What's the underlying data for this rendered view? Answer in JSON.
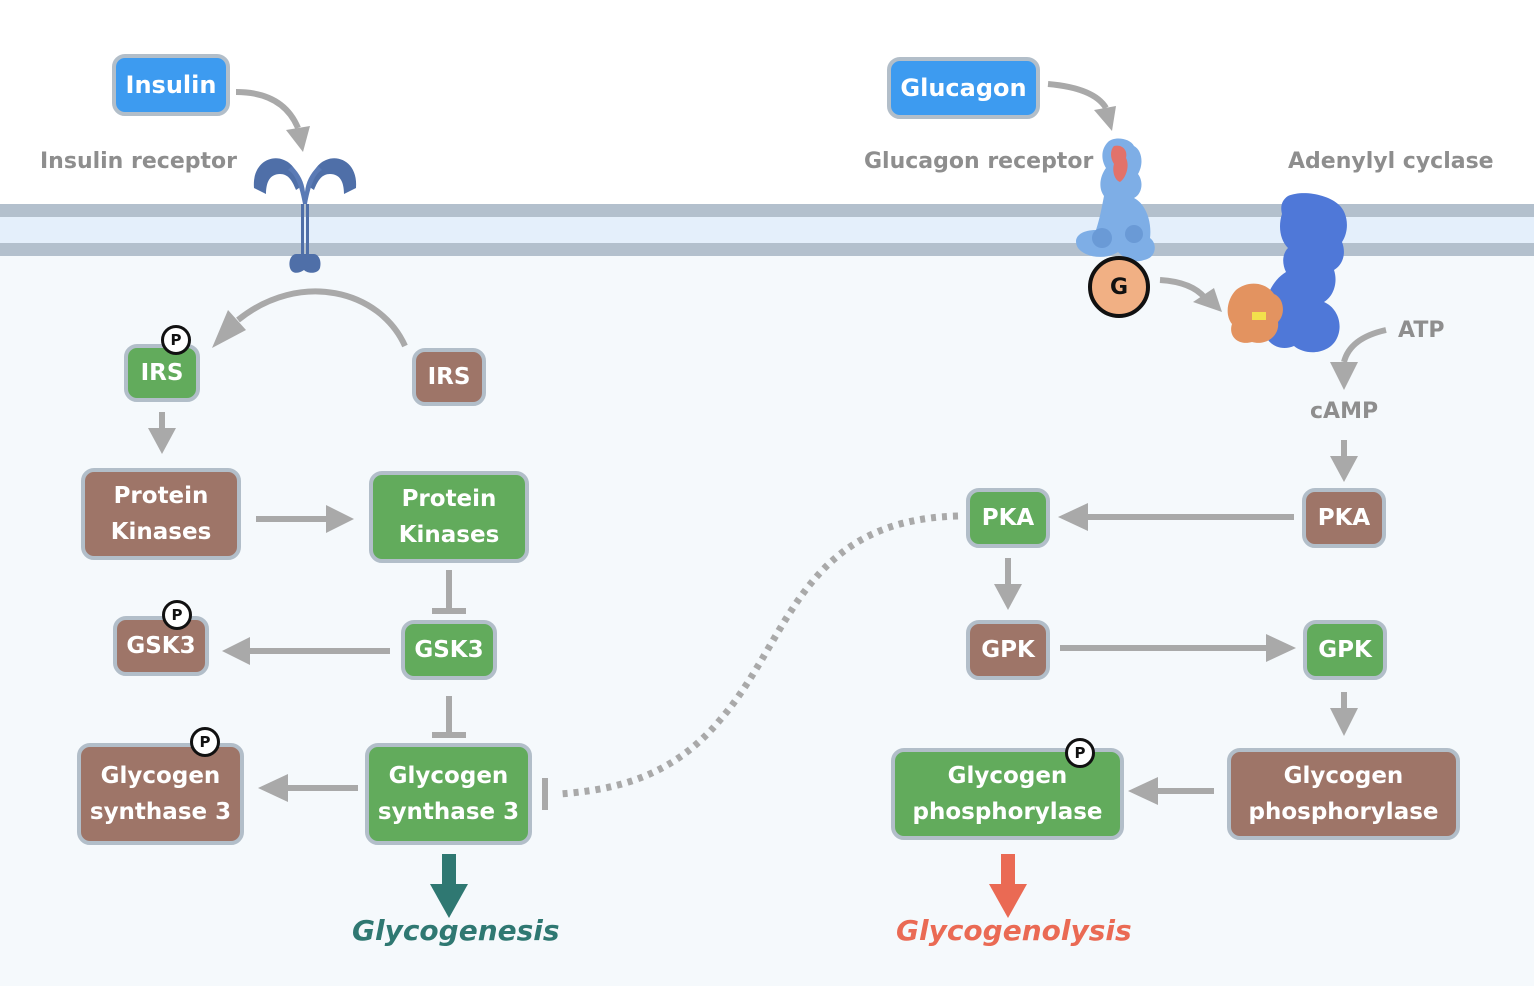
{
  "colors": {
    "blue": "#3d9bf0",
    "green": "#62ab5c",
    "brown": "#9e7568",
    "node_border": "#b2bec9",
    "arrow": "#a9a9a9",
    "glycogenesis": "#2f7872",
    "glycogenolysis": "#ea6a54",
    "label": "#8e8e8e"
  },
  "hormones": {
    "insulin": "Insulin",
    "glucagon": "Glucagon"
  },
  "labels": {
    "insulin_receptor": "Insulin receptor",
    "glucagon_receptor": "Glucagon receptor",
    "adenylyl_cyclase": "Adenylyl cyclase",
    "atp": "ATP",
    "camp": "cAMP"
  },
  "badges": {
    "phospho": "P",
    "g_protein": "G"
  },
  "insulin_pathway": {
    "irs_active": "IRS",
    "irs_inactive": "IRS",
    "protein_kinases_inactive": [
      "Protein",
      "Kinases"
    ],
    "protein_kinases_active": [
      "Protein",
      "Kinases"
    ],
    "gsk3_phosphorylated": "GSK3",
    "gsk3_active": "GSK3",
    "glycogen_synthase_phosphorylated": [
      "Glycogen",
      "synthase 3"
    ],
    "glycogen_synthase_active": [
      "Glycogen",
      "synthase 3"
    ],
    "outcome": "Glycogenesis"
  },
  "glucagon_pathway": {
    "pka_inactive": "PKA",
    "pka_active": "PKA",
    "gpk_inactive": "GPK",
    "gpk_active": "GPK",
    "glycogen_phosphorylase_inactive": [
      "Glycogen",
      "phosphorylase"
    ],
    "glycogen_phosphorylase_active": [
      "Glycogen",
      "phosphorylase"
    ],
    "outcome": "Glycogenolysis"
  },
  "icons": {
    "insulin_receptor": "insulin-receptor-icon",
    "glucagon_receptor": "glucagon-receptor-protein-icon",
    "adenylyl_cyclase": "adenylyl-cyclase-protein-icon"
  }
}
